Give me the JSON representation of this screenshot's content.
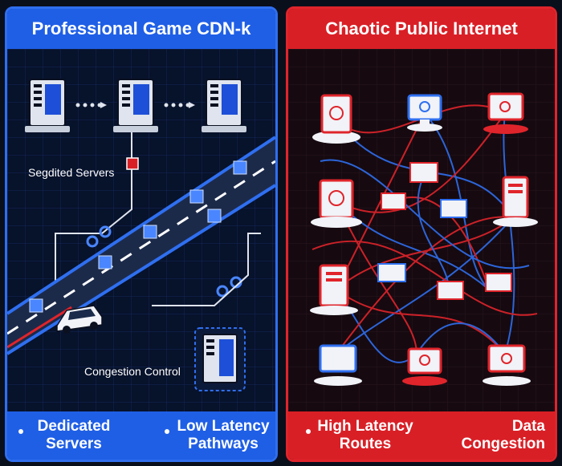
{
  "left_panel": {
    "title": "Professional Game CDN‑k",
    "labels": {
      "servers": "Segdited Servers",
      "congestion": "Congestion Control"
    },
    "footer": {
      "item1": "Dedicated\nServers",
      "item2": "Low Latency\nPathways"
    },
    "colors": {
      "accent": "#1f5fe6",
      "border": "#2f6ff0"
    }
  },
  "right_panel": {
    "title": "Chaotic Public Internet",
    "footer": {
      "item1": "High Latency\nRoutes",
      "item2": "Data\nCongestion"
    },
    "colors": {
      "accent": "#d91f26",
      "border": "#e0242b"
    }
  }
}
